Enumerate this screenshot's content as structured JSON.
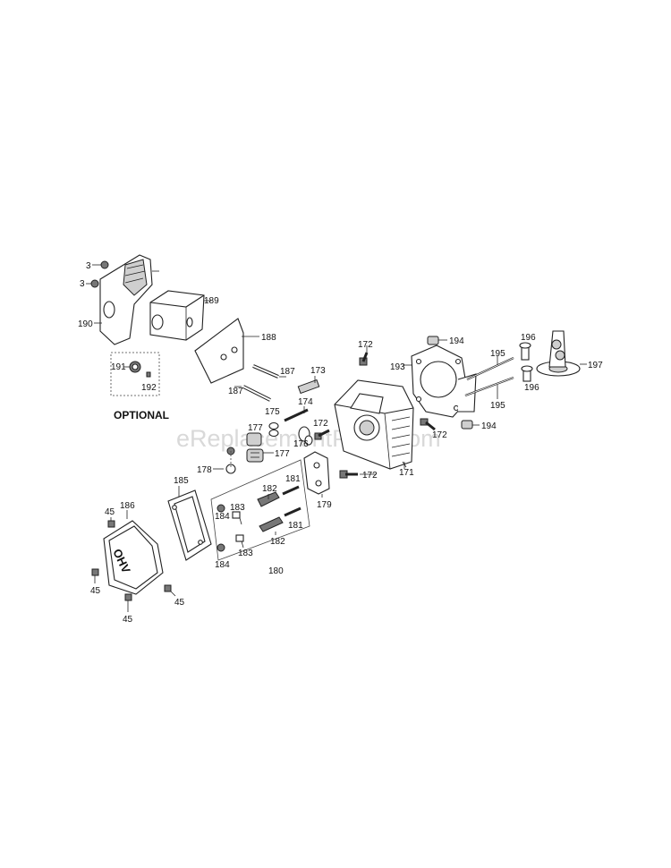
{
  "watermark": "eReplacementParts.com",
  "optional_label": "OPTIONAL",
  "cover_text": "OHV",
  "callouts": [
    "3",
    "3",
    "189",
    "190",
    "188",
    "191",
    "192",
    "187",
    "187",
    "173",
    "172",
    "194",
    "193",
    "195",
    "195",
    "196",
    "196",
    "197",
    "194",
    "172",
    "171",
    "174",
    "175",
    "172",
    "177",
    "176",
    "177",
    "178",
    "172",
    "179",
    "185",
    "186",
    "45",
    "45",
    "45",
    "45",
    "182",
    "182",
    "181",
    "181",
    "183",
    "183",
    "184",
    "184",
    "180"
  ]
}
